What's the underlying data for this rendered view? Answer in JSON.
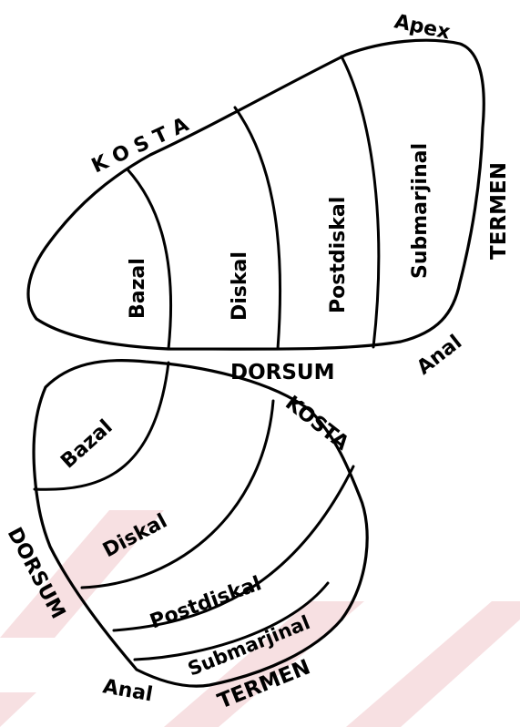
{
  "forewing": {
    "apex": "Apex",
    "kosta": "K O S T A",
    "termen": "TERMEN",
    "dorsum": "DORSUM",
    "anal": "Anal",
    "regions": [
      "Bazal",
      "Diskal",
      "Postdiskal",
      "Submarjinal"
    ]
  },
  "hindwing": {
    "kosta": "KOSTA",
    "dorsum": "DORSUM",
    "anal": "Anal",
    "termen": "TERMEN",
    "regions": [
      "Bazal",
      "Diskal",
      "Postdiskal",
      "Submarjinal"
    ]
  },
  "watermark_color": "#f3d3d6"
}
